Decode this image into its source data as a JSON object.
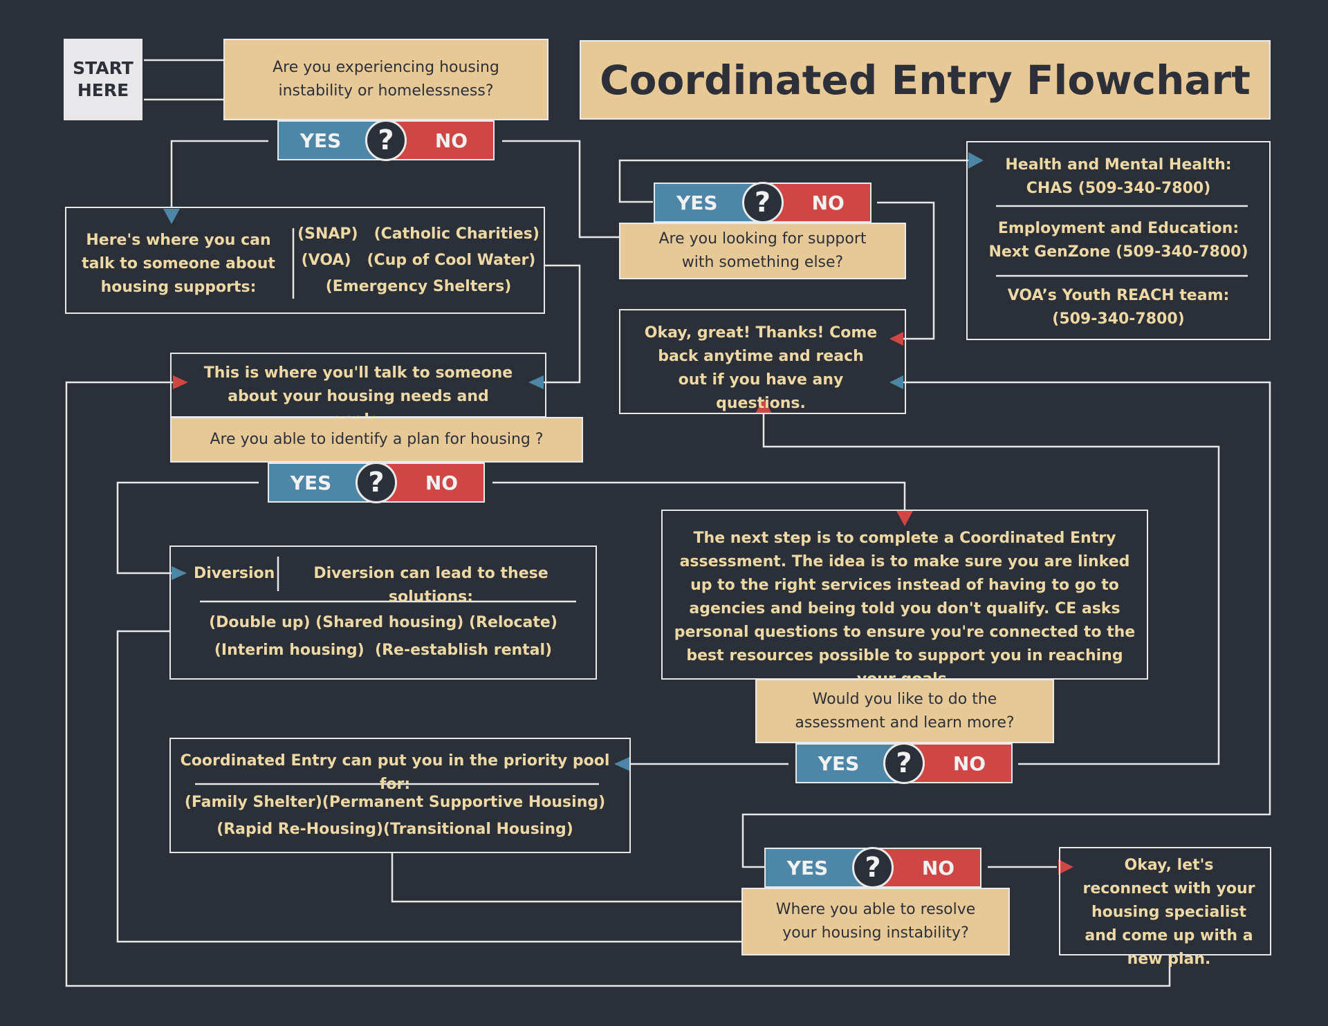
{
  "title": "Coordinated Entry Flowchart",
  "start": "START HERE",
  "yes_label": "YES",
  "no_label": "NO",
  "question_mark": "?",
  "colors": {
    "background": "#2a2f38",
    "tan": "#e7c998",
    "yes_blue": "#4d86a6",
    "no_red": "#cf4645",
    "text_gold": "#eed8a4",
    "line": "#e6e8ea"
  },
  "q1": "Are you experiencing housing instability or homelessness?",
  "housing_supports": {
    "intro": "Here's where you can talk to someone about housing supports:",
    "line1": "(SNAP)   (Catholic Charities)",
    "line2": "(VOA)   (Cup of Cool Water)",
    "line3": "(Emergency Shelters)"
  },
  "q_support": "Are you looking for support with something else?",
  "resources": {
    "r1_title": "Health and Mental Health:",
    "r1_value": "CHAS (509-340-7800)",
    "r2_title": "Employment and Education:",
    "r2_value": "Next GenZone (509-340-7800)",
    "r3_title": "VOA’s Youth REACH team:",
    "r3_value": "(509-340-7800)"
  },
  "thanks": "Okay, great! Thanks! Come back anytime and reach out if you have any questions.",
  "talk_needs": "This is where you'll talk to someone about your housing needs and goals.",
  "q_plan": "Are you able to identify a plan for housing ?",
  "diversion": {
    "label": "Diversion",
    "lead": "Diversion can lead to these solutions:",
    "line1": "(Double up) (Shared housing) (Relocate)",
    "line2": "(Interim housing)  (Re-establish rental)"
  },
  "assessment": "The next step is to complete a Coordinated Entry assessment. The idea is to make sure you are linked up to the right services instead of having to go to agencies and being told you don't qualify. CE asks personal questions to ensure you're connected to the best resources possible to support you in reaching your goals.",
  "q_assessment": "Would you like to do the assessment and learn more?",
  "priority_pool": {
    "lead": "Coordinated Entry can put you in the priority pool for:",
    "line1": "(Family Shelter)(Permanent Supportive Housing)",
    "line2": "(Rapid Re-Housing)(Transitional Housing)"
  },
  "q_resolve": "Where you able to resolve your housing instability?",
  "reconnect": "Okay, let's reconnect with your housing specialist and come up with a new plan."
}
